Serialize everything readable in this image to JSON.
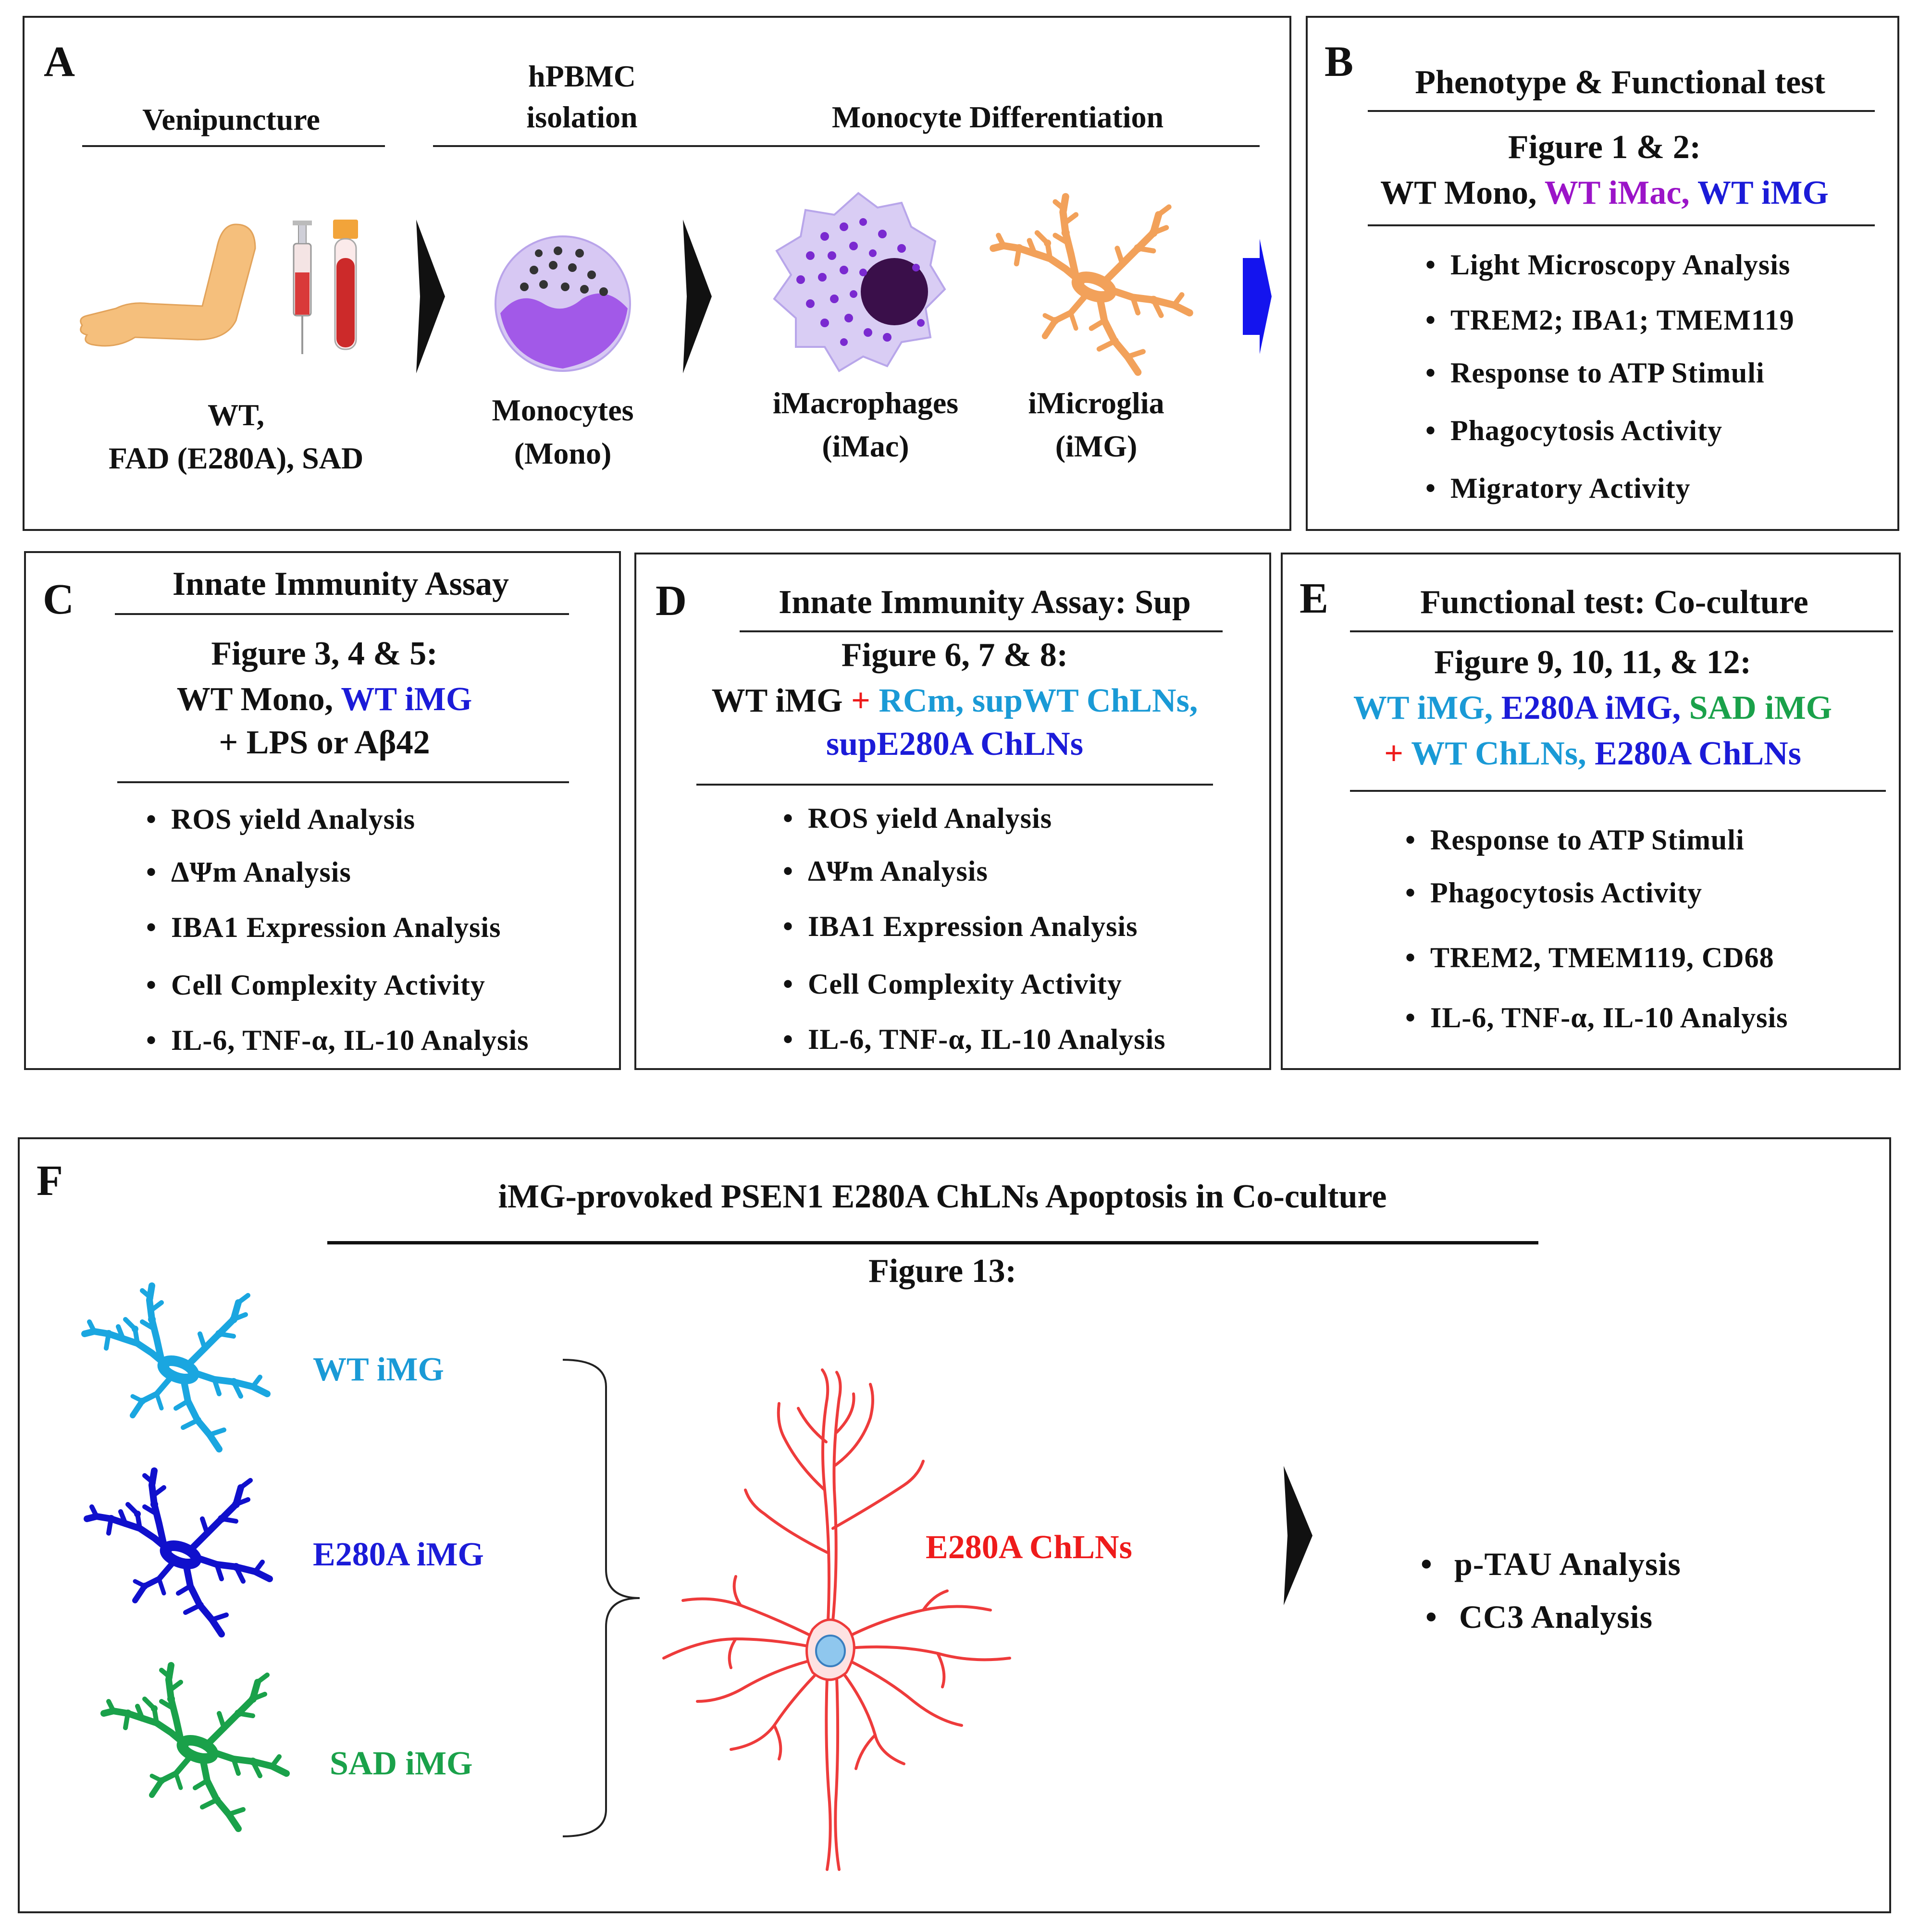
{
  "colors": {
    "wt": "#1a9ad6",
    "e280a": "#1b1bd8",
    "sad": "#1aa14a",
    "purple": "#9b14c8",
    "red": "#ee1b1b",
    "neuron": "#ee3b3b",
    "blue_arrow": "#1414ee"
  },
  "panel_a": {
    "letter": "A",
    "step1": "Venipuncture",
    "step2_line1": "hPBMC",
    "step2_line2": "isolation",
    "step3": "Monocyte Differentiation",
    "donor_line1": "WT,",
    "donor_line2": "FAD (E280A), SAD",
    "mono_line1": "Monocytes",
    "mono_line2": "(Mono)",
    "imac_line1": "iMacrophages",
    "imac_line2": "(iMac)",
    "img_line1": "iMicroglia",
    "img_line2": "(iMG)"
  },
  "panel_b": {
    "letter": "B",
    "title": "Phenotype & Functional test",
    "figure": "Figure 1 & 2:",
    "cells": {
      "a": "WT Mono,",
      "b": "WT iMac,",
      "c": "WT iMG"
    },
    "bullet": "•",
    "items": [
      "Light Microscopy Analysis",
      "TREM2; IBA1; TMEM119",
      "Response to ATP Stimuli",
      "Phagocytosis Activity",
      "Migratory Activity"
    ]
  },
  "panel_c": {
    "letter": "C",
    "title": "Innate Immunity Assay",
    "figure": "Figure 3, 4 & 5:",
    "cells": {
      "a": "WT Mono,",
      "b": "WT iMG",
      "c": "+ LPS or Aβ42"
    },
    "items": [
      "ROS yield Analysis",
      "ΔΨm Analysis",
      "IBA1 Expression Analysis",
      "Cell Complexity Activity",
      "IL-6, TNF-α, IL-10 Analysis"
    ]
  },
  "panel_d": {
    "letter": "D",
    "title": "Innate Immunity Assay: Sup",
    "figure": "Figure 6, 7 & 8:",
    "cells": {
      "a": "WT iMG",
      "plus": "+",
      "b": "RCm, supWT ChLNs,",
      "c": "supE280A ChLNs"
    },
    "items": [
      "ROS yield Analysis",
      "ΔΨm Analysis",
      "IBA1 Expression Analysis",
      "Cell Complexity Activity",
      "IL-6, TNF-α, IL-10 Analysis"
    ]
  },
  "panel_e": {
    "letter": "E",
    "title": "Functional test: Co-culture",
    "figure": "Figure 9, 10, 11, & 12:",
    "cells": {
      "a": "WT iMG,",
      "b": "E280A iMG,",
      "c": "SAD iMG",
      "plus": "+",
      "d": "WT ChLNs,",
      "e": "E280A ChLNs"
    },
    "items": [
      "Response to ATP Stimuli",
      "Phagocytosis Activity",
      "TREM2, TMEM119, CD68",
      "IL-6, TNF-α, IL-10 Analysis"
    ]
  },
  "panel_f": {
    "letter": "F",
    "title": "iMG-provoked PSEN1 E280A ChLNs Apoptosis in Co-culture",
    "figure": "Figure 13:",
    "wt_img": "WT iMG",
    "e280a_img": "E280A iMG",
    "sad_img": "SAD iMG",
    "neuron_label": "E280A ChLNs",
    "items": [
      "p-TAU Analysis",
      "CC3 Analysis"
    ]
  }
}
